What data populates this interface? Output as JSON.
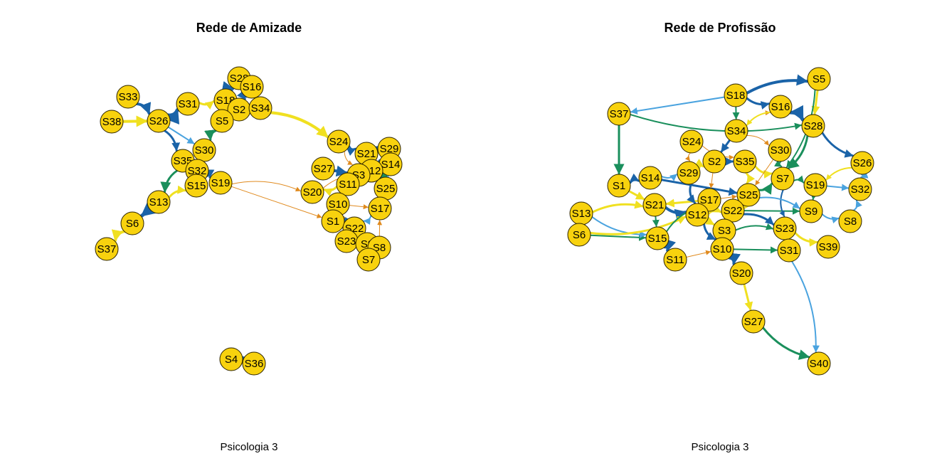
{
  "panels": [
    {
      "title": "Rede de Amizade",
      "caption": "Psicologia 3",
      "nodes": [
        "S28",
        "S16",
        "S33",
        "S31",
        "S18",
        "S2",
        "S34",
        "S38",
        "S26",
        "S5",
        "S30",
        "S35",
        "S32",
        "S19",
        "S15",
        "S13",
        "S6",
        "S37",
        "S24",
        "S21",
        "S29",
        "S14",
        "S27",
        "S12",
        "S3",
        "S11",
        "S20",
        "S25",
        "S10",
        "S17",
        "S1",
        "S22",
        "S23",
        "S9",
        "S8",
        "S7",
        "S4",
        "S36"
      ],
      "edges": [
        {
          "from": "S33",
          "to": "S26",
          "color": "#1a63a8",
          "width": 4
        },
        {
          "from": "S38",
          "to": "S26",
          "color": "#f0e020",
          "width": 4
        },
        {
          "from": "S26",
          "to": "S31",
          "color": "#1a63a8",
          "width": 5
        },
        {
          "from": "S26",
          "to": "S35",
          "color": "#1a63a8",
          "width": 3
        },
        {
          "from": "S26",
          "to": "S30",
          "color": "#4aa3df",
          "width": 2
        },
        {
          "from": "S31",
          "to": "S18",
          "color": "#f0e020",
          "width": 3
        },
        {
          "from": "S18",
          "to": "S28",
          "color": "#1a63a8",
          "width": 4
        },
        {
          "from": "S28",
          "to": "S16",
          "color": "#1a63a8",
          "width": 3
        },
        {
          "from": "S16",
          "to": "S2",
          "color": "#1a63a8",
          "width": 3
        },
        {
          "from": "S2",
          "to": "S34",
          "color": "#1a63a8",
          "width": 2
        },
        {
          "from": "S18",
          "to": "S5",
          "color": "#1a8f5c",
          "width": 3
        },
        {
          "from": "S5",
          "to": "S30",
          "color": "#1a8f5c",
          "width": 3
        },
        {
          "from": "S34",
          "to": "S24",
          "color": "#f0e020",
          "width": 4
        },
        {
          "from": "S30",
          "to": "S32",
          "color": "#1a8f5c",
          "width": 3
        },
        {
          "from": "S35",
          "to": "S32",
          "color": "#1a63a8",
          "width": 3
        },
        {
          "from": "S32",
          "to": "S19",
          "color": "#1a63a8",
          "width": 3
        },
        {
          "from": "S32",
          "to": "S15",
          "color": "#f0e020",
          "width": 3
        },
        {
          "from": "S35",
          "to": "S13",
          "color": "#1a8f5c",
          "width": 3
        },
        {
          "from": "S13",
          "to": "S15",
          "color": "#f0e020",
          "width": 3
        },
        {
          "from": "S13",
          "to": "S6",
          "color": "#1a63a8",
          "width": 5
        },
        {
          "from": "S6",
          "to": "S37",
          "color": "#f0e020",
          "width": 4
        },
        {
          "from": "S19",
          "to": "S20",
          "color": "#e08a1e",
          "width": 1
        },
        {
          "from": "S19",
          "to": "S1",
          "color": "#e08a1e",
          "width": 1
        },
        {
          "from": "S24",
          "to": "S21",
          "color": "#1a63a8",
          "width": 3
        },
        {
          "from": "S21",
          "to": "S29",
          "color": "#1a63a8",
          "width": 2
        },
        {
          "from": "S29",
          "to": "S14",
          "color": "#1a63a8",
          "width": 2
        },
        {
          "from": "S14",
          "to": "S12",
          "color": "#1a63a8",
          "width": 3
        },
        {
          "from": "S12",
          "to": "S25",
          "color": "#1a8f5c",
          "width": 3
        },
        {
          "from": "S27",
          "to": "S3",
          "color": "#1a63a8",
          "width": 4
        },
        {
          "from": "S3",
          "to": "S11",
          "color": "#1a8f5c",
          "width": 3
        },
        {
          "from": "S11",
          "to": "S20",
          "color": "#f0e020",
          "width": 3
        },
        {
          "from": "S11",
          "to": "S10",
          "color": "#1a63a8",
          "width": 3
        },
        {
          "from": "S10",
          "to": "S1",
          "color": "#1a63a8",
          "width": 3
        },
        {
          "from": "S1",
          "to": "S22",
          "color": "#1a63a8",
          "width": 3
        },
        {
          "from": "S22",
          "to": "S23",
          "color": "#1a8f5c",
          "width": 2
        },
        {
          "from": "S22",
          "to": "S9",
          "color": "#1a63a8",
          "width": 2
        },
        {
          "from": "S9",
          "to": "S7",
          "color": "#e08a1e",
          "width": 1
        },
        {
          "from": "S8",
          "to": "S17",
          "color": "#e08a1e",
          "width": 1
        },
        {
          "from": "S17",
          "to": "S25",
          "color": "#1a63a8",
          "width": 2
        },
        {
          "from": "S17",
          "to": "S22",
          "color": "#4aa3df",
          "width": 2
        },
        {
          "from": "S25",
          "to": "S14",
          "color": "#4aa3df",
          "width": 2
        },
        {
          "from": "S24",
          "to": "S3",
          "color": "#e08a1e",
          "width": 1
        },
        {
          "from": "S20",
          "to": "S12",
          "color": "#e08a1e",
          "width": 1
        },
        {
          "from": "S10",
          "to": "S17",
          "color": "#e08a1e",
          "width": 1
        },
        {
          "from": "S23",
          "to": "S10",
          "color": "#e08a1e",
          "width": 1
        },
        {
          "from": "S4",
          "to": "S36",
          "color": "#1a63a8",
          "width": 2
        }
      ]
    },
    {
      "title": "Rede de Profissão",
      "caption": "Psicologia 3",
      "nodes": [
        "S5",
        "S18",
        "S16",
        "S37",
        "S28",
        "S34",
        "S24",
        "S30",
        "S26",
        "S29",
        "S2",
        "S35",
        "S7",
        "S19",
        "S32",
        "S1",
        "S14",
        "S25",
        "S17",
        "S21",
        "S12",
        "S22",
        "S9",
        "S8",
        "S13",
        "S6",
        "S15",
        "S3",
        "S23",
        "S31",
        "S39",
        "S11",
        "S10",
        "S20",
        "S27",
        "S40"
      ],
      "edges": [
        {
          "from": "S18",
          "to": "S5",
          "color": "#1a63a8",
          "width": 4
        },
        {
          "from": "S18",
          "to": "S37",
          "color": "#4aa3df",
          "width": 2
        },
        {
          "from": "S18",
          "to": "S16",
          "color": "#1a63a8",
          "width": 3
        },
        {
          "from": "S16",
          "to": "S28",
          "color": "#1a63a8",
          "width": 5
        },
        {
          "from": "S5",
          "to": "S28",
          "color": "#f0e020",
          "width": 3
        },
        {
          "from": "S28",
          "to": "S26",
          "color": "#1a63a8",
          "width": 3
        },
        {
          "from": "S28",
          "to": "S7",
          "color": "#1a8f5c",
          "width": 3
        },
        {
          "from": "S37",
          "to": "S1",
          "color": "#1a8f5c",
          "width": 3
        },
        {
          "from": "S37",
          "to": "S28",
          "color": "#1a8f5c",
          "width": 2
        },
        {
          "from": "S34",
          "to": "S16",
          "color": "#e08a1e",
          "width": 1
        },
        {
          "from": "S34",
          "to": "S2",
          "color": "#1a63a8",
          "width": 3
        },
        {
          "from": "S24",
          "to": "S29",
          "color": "#e08a1e",
          "width": 1
        },
        {
          "from": "S29",
          "to": "S2",
          "color": "#f0e020",
          "width": 3
        },
        {
          "from": "S2",
          "to": "S35",
          "color": "#1a63a8",
          "width": 3
        },
        {
          "from": "S35",
          "to": "S7",
          "color": "#f0e020",
          "width": 3
        },
        {
          "from": "S7",
          "to": "S19",
          "color": "#1a8f5c",
          "width": 2
        },
        {
          "from": "S19",
          "to": "S32",
          "color": "#4aa3df",
          "width": 2
        },
        {
          "from": "S26",
          "to": "S19",
          "color": "#f0e020",
          "width": 2
        },
        {
          "from": "S1",
          "to": "S14",
          "color": "#1a63a8",
          "width": 3
        },
        {
          "from": "S14",
          "to": "S25",
          "color": "#1a63a8",
          "width": 3
        },
        {
          "from": "S25",
          "to": "S7",
          "color": "#1a8f5c",
          "width": 3
        },
        {
          "from": "S25",
          "to": "S22",
          "color": "#f0e020",
          "width": 3
        },
        {
          "from": "S17",
          "to": "S21",
          "color": "#f0e020",
          "width": 3
        },
        {
          "from": "S21",
          "to": "S12",
          "color": "#1a63a8",
          "width": 4
        },
        {
          "from": "S12",
          "to": "S22",
          "color": "#f0e020",
          "width": 3
        },
        {
          "from": "S22",
          "to": "S9",
          "color": "#1a8f5c",
          "width": 2
        },
        {
          "from": "S9",
          "to": "S8",
          "color": "#4aa3df",
          "width": 2
        },
        {
          "from": "S13",
          "to": "S21",
          "color": "#f0e020",
          "width": 3
        },
        {
          "from": "S6",
          "to": "S15",
          "color": "#1a8f5c",
          "width": 2
        },
        {
          "from": "S13",
          "to": "S15",
          "color": "#4aa3df",
          "width": 2
        },
        {
          "from": "S15",
          "to": "S11",
          "color": "#1a63a8",
          "width": 4
        },
        {
          "from": "S12",
          "to": "S3",
          "color": "#f0e020",
          "width": 3
        },
        {
          "from": "S3",
          "to": "S10",
          "color": "#1a8f5c",
          "width": 2
        },
        {
          "from": "S10",
          "to": "S20",
          "color": "#1a63a8",
          "width": 4
        },
        {
          "from": "S20",
          "to": "S27",
          "color": "#f0e020",
          "width": 3
        },
        {
          "from": "S27",
          "to": "S40",
          "color": "#1a8f5c",
          "width": 3
        },
        {
          "from": "S31",
          "to": "S40",
          "color": "#4aa3df",
          "width": 2
        },
        {
          "from": "S23",
          "to": "S31",
          "color": "#1a63a8",
          "width": 3
        },
        {
          "from": "S23",
          "to": "S39",
          "color": "#f0e020",
          "width": 3
        },
        {
          "from": "S22",
          "to": "S23",
          "color": "#1a63a8",
          "width": 3
        },
        {
          "from": "S17",
          "to": "S25",
          "color": "#e08a1e",
          "width": 1
        },
        {
          "from": "S30",
          "to": "S7",
          "color": "#1a8f5c",
          "width": 2
        },
        {
          "from": "S34",
          "to": "S30",
          "color": "#e08a1e",
          "width": 1
        },
        {
          "from": "S11",
          "to": "S10",
          "color": "#e08a1e",
          "width": 1
        },
        {
          "from": "S6",
          "to": "S12",
          "color": "#f0e020",
          "width": 3
        },
        {
          "from": "S13",
          "to": "S6",
          "color": "#1a63a8",
          "width": 2
        },
        {
          "from": "S1",
          "to": "S21",
          "color": "#f0e020",
          "width": 3
        },
        {
          "from": "S29",
          "to": "S12",
          "color": "#1a63a8",
          "width": 3
        },
        {
          "from": "S35",
          "to": "S25",
          "color": "#f0e020",
          "width": 3
        },
        {
          "from": "S19",
          "to": "S9",
          "color": "#1a8f5c",
          "width": 2
        },
        {
          "from": "S8",
          "to": "S32",
          "color": "#4aa3df",
          "width": 2
        },
        {
          "from": "S26",
          "to": "S32",
          "color": "#4aa3df",
          "width": 2
        },
        {
          "from": "S2",
          "to": "S17",
          "color": "#e08a1e",
          "width": 1
        },
        {
          "from": "S24",
          "to": "S35",
          "color": "#e08a1e",
          "width": 1
        },
        {
          "from": "S3",
          "to": "S23",
          "color": "#1a8f5c",
          "width": 2
        },
        {
          "from": "S10",
          "to": "S31",
          "color": "#1a8f5c",
          "width": 2
        },
        {
          "from": "S14",
          "to": "S29",
          "color": "#4aa3df",
          "width": 2
        },
        {
          "from": "S15",
          "to": "S17",
          "color": "#1a8f5c",
          "width": 2
        },
        {
          "from": "S21",
          "to": "S15",
          "color": "#1a8f5c",
          "width": 2
        },
        {
          "from": "S7",
          "to": "S23",
          "color": "#1a63a8",
          "width": 2
        },
        {
          "from": "S25",
          "to": "S9",
          "color": "#4aa3df",
          "width": 2
        },
        {
          "from": "S18",
          "to": "S34",
          "color": "#1a8f5c",
          "width": 2
        },
        {
          "from": "S16",
          "to": "S34",
          "color": "#f0e020",
          "width": 2
        },
        {
          "from": "S5",
          "to": "S7",
          "color": "#1a8f5c",
          "width": 2
        },
        {
          "from": "S30",
          "to": "S25",
          "color": "#e08a1e",
          "width": 1
        },
        {
          "from": "S12",
          "to": "S10",
          "color": "#1a63a8",
          "width": 3
        }
      ]
    }
  ],
  "colors": {
    "node_fill": "#f8d20e",
    "node_stroke": "#2b2200",
    "edge_dark_blue": "#1a63a8",
    "edge_light_blue": "#4aa3df",
    "edge_green": "#1a8f5c",
    "edge_yellow": "#f0e020",
    "edge_orange": "#e08a1e"
  }
}
